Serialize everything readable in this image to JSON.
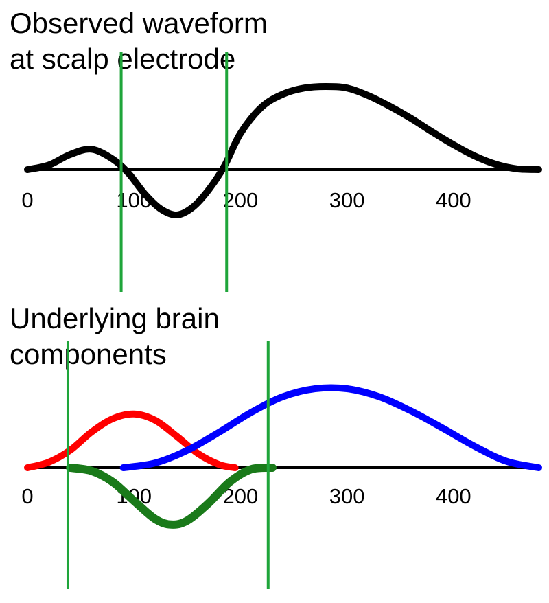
{
  "chart_data": [
    {
      "type": "line",
      "title": [
        "Observed waveform",
        "at scalp electrode"
      ],
      "xlabel": "",
      "ylabel": "",
      "x_ticks": [
        0,
        100,
        200,
        300,
        400
      ],
      "xlim": [
        0,
        480
      ],
      "ylim": [
        -0.7,
        1.25
      ],
      "axis_color": "#000000",
      "series": [
        {
          "color": "#000000",
          "x": [
            0,
            20,
            40,
            60,
            80,
            95,
            110,
            125,
            140,
            155,
            170,
            185,
            200,
            220,
            240,
            260,
            280,
            300,
            320,
            340,
            360,
            380,
            400,
            420,
            440,
            460,
            480
          ],
          "y": [
            0,
            0.06,
            0.2,
            0.27,
            0.14,
            -0.05,
            -0.32,
            -0.52,
            -0.6,
            -0.5,
            -0.27,
            0.05,
            0.48,
            0.83,
            1.0,
            1.08,
            1.1,
            1.08,
            0.98,
            0.84,
            0.68,
            0.5,
            0.33,
            0.18,
            0.07,
            0.01,
            0
          ]
        }
      ],
      "vlines": {
        "color": "#1fa53a",
        "x": [
          88,
          187
        ]
      }
    },
    {
      "type": "line",
      "title": [
        "Underlying brain",
        "components"
      ],
      "xlabel": "",
      "ylabel": "",
      "x_ticks": [
        0,
        100,
        200,
        300,
        400
      ],
      "xlim": [
        0,
        480
      ],
      "ylim": [
        -0.7,
        1.25
      ],
      "axis_color": "#000000",
      "series": [
        {
          "color": "#ff0000",
          "x": [
            0,
            20,
            40,
            60,
            80,
            100,
            120,
            140,
            160,
            180,
            195
          ],
          "y": [
            0,
            0.07,
            0.22,
            0.45,
            0.62,
            0.68,
            0.6,
            0.4,
            0.18,
            0.04,
            0
          ]
        },
        {
          "color": "#0000ff",
          "x": [
            90,
            120,
            150,
            180,
            210,
            240,
            270,
            300,
            330,
            360,
            390,
            420,
            450,
            480
          ],
          "y": [
            0,
            0.06,
            0.22,
            0.45,
            0.7,
            0.9,
            1.0,
            1.0,
            0.9,
            0.72,
            0.5,
            0.27,
            0.08,
            0
          ]
        },
        {
          "color": "#1a7a1a",
          "x": [
            40,
            60,
            80,
            100,
            120,
            135,
            150,
            170,
            190,
            210,
            230
          ],
          "y": [
            0,
            -0.04,
            -0.18,
            -0.42,
            -0.65,
            -0.72,
            -0.67,
            -0.45,
            -0.18,
            -0.02,
            0
          ]
        }
      ],
      "vlines": {
        "color": "#1fa53a",
        "x": [
          38,
          226
        ]
      }
    }
  ]
}
